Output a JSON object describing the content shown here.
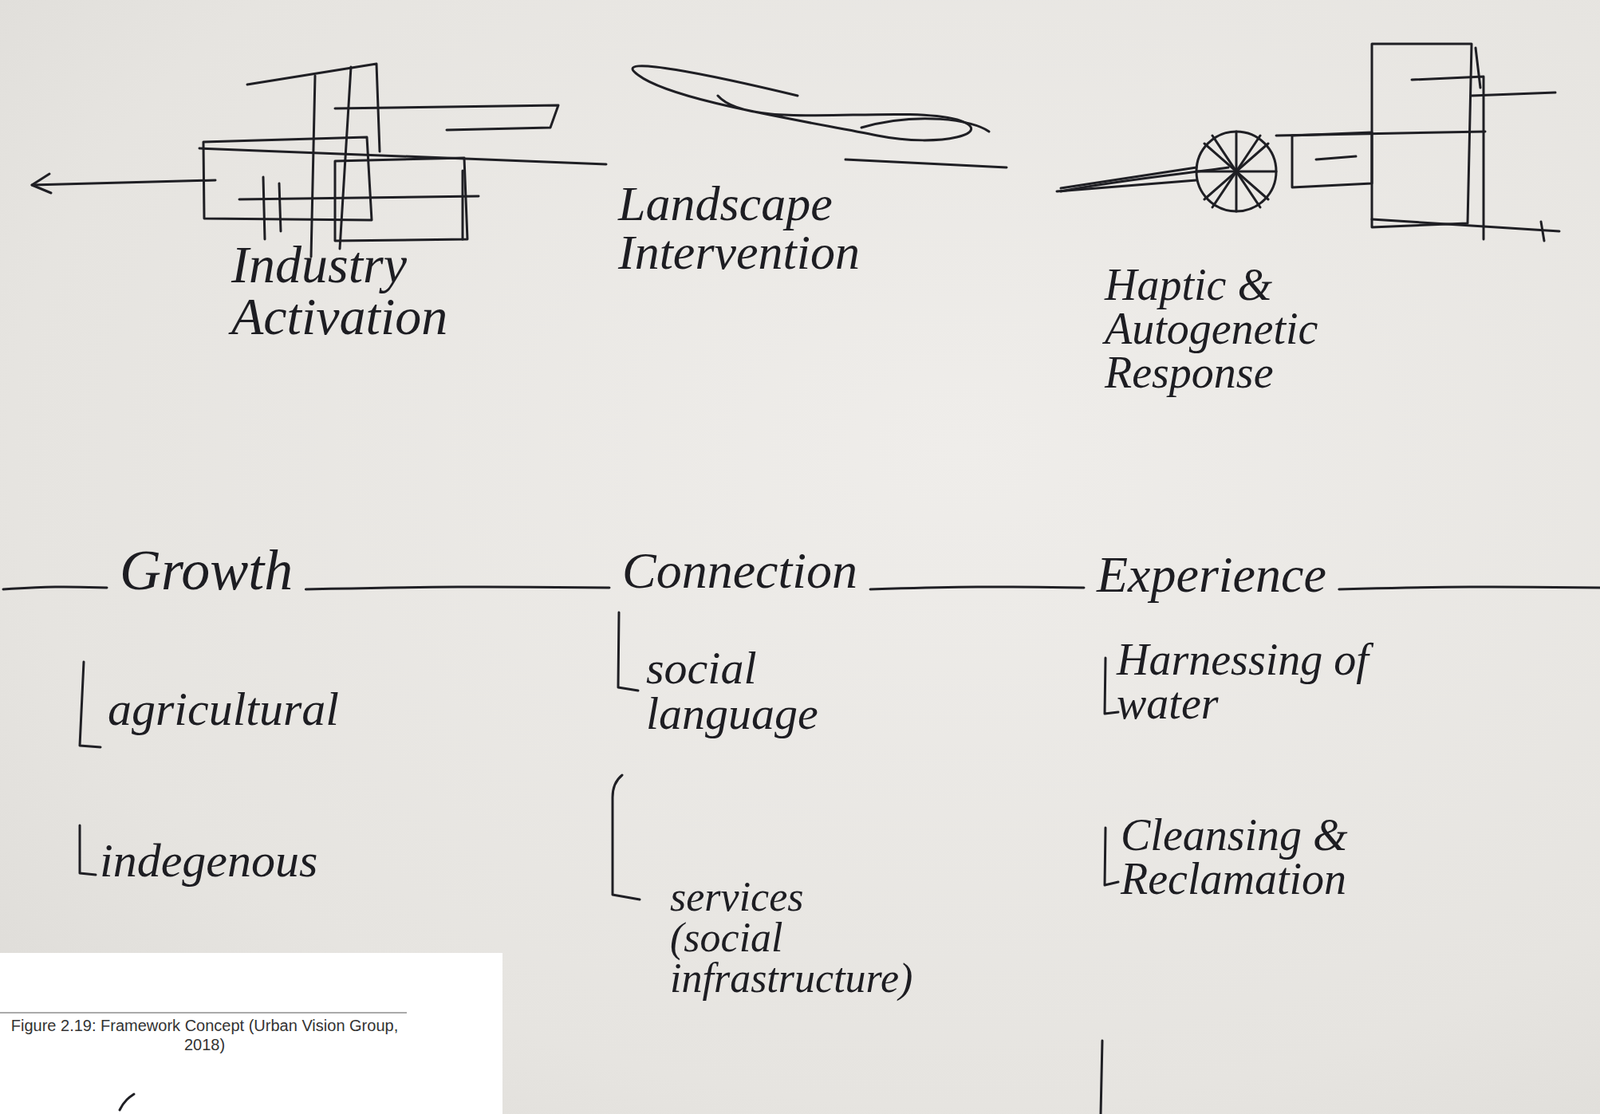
{
  "diagram": {
    "caption": "Figure 2.19: Framework Concept (Urban Vision Group, 2018)",
    "labels": [
      "Industry Activation",
      "Landscape Intervention",
      "Haptic & Autogenetic Response",
      "Growth",
      "Connection",
      "Experience",
      "agricultural",
      "indegenous",
      "social language",
      "services (social infrastructure)",
      "Harnessing of water",
      "Cleansing & Reclamation"
    ]
  }
}
